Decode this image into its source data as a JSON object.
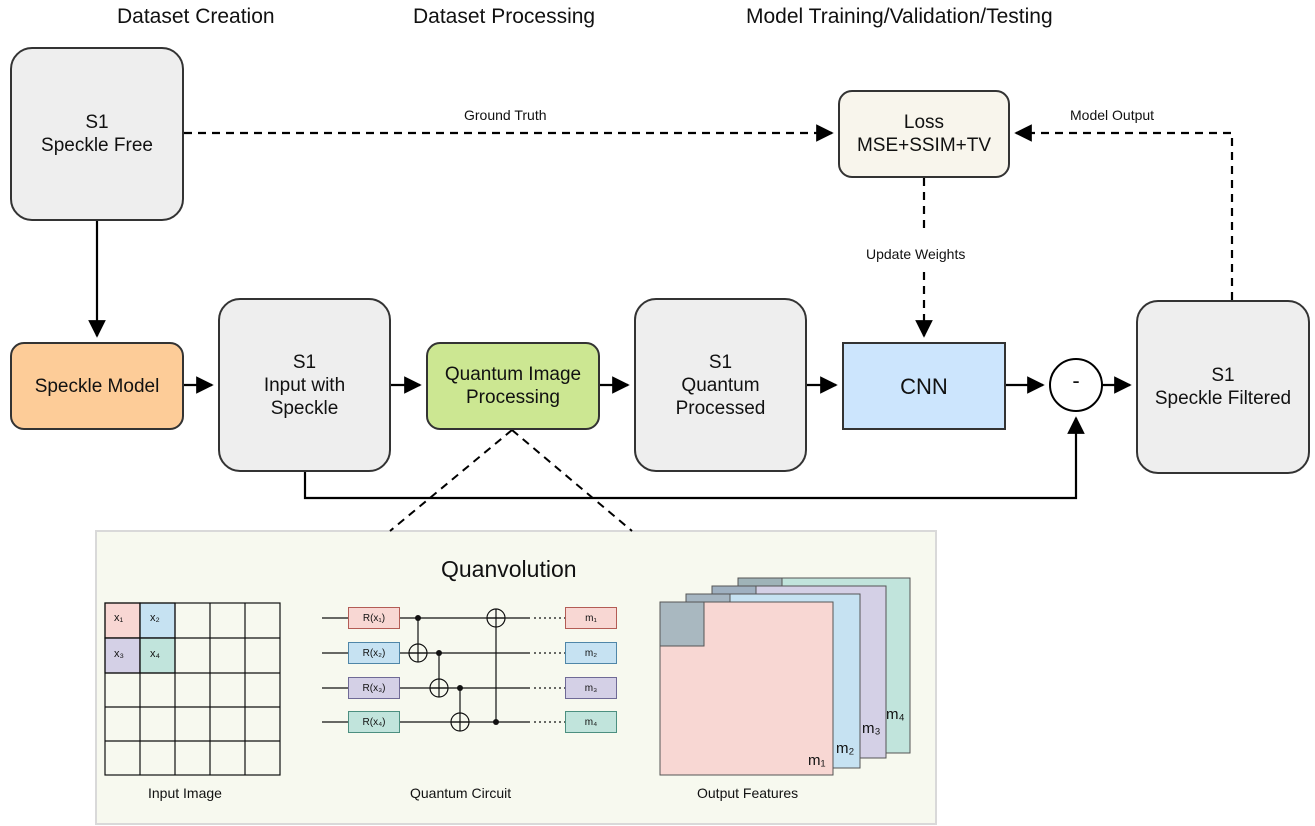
{
  "headers": {
    "creation": "Dataset Creation",
    "processing": "Dataset Processing",
    "training": "Model Training/Validation/Testing"
  },
  "nodes": {
    "speckle_free": {
      "line1": "S1",
      "line2": "Speckle Free"
    },
    "speckle_model": {
      "line1": "Speckle Model"
    },
    "input_speckle": {
      "line1": "S1",
      "line2": "Input with",
      "line3": "Speckle"
    },
    "qip": {
      "line1": "Quantum Image",
      "line2": "Processing"
    },
    "quantum_processed": {
      "line1": "S1",
      "line2": "Quantum",
      "line3": "Processed"
    },
    "cnn": {
      "line1": "CNN"
    },
    "loss": {
      "line1": "Loss",
      "line2": "MSE+SSIM+TV"
    },
    "minus": {
      "line1": "-"
    },
    "speckle_filtered": {
      "line1": "S1",
      "line2": "Speckle Filtered"
    }
  },
  "edge_labels": {
    "ground_truth": "Ground Truth",
    "model_output": "Model Output",
    "update_weights": "Update Weights"
  },
  "quanvolution": {
    "title": "Quanvolution",
    "input_image_label": "Input Image",
    "circuit_label": "Quantum Circuit",
    "output_label": "Output Features",
    "grid_cells": [
      "x₁",
      "x₂",
      "x₃",
      "x₄"
    ],
    "gates": [
      "R(x₁)",
      "R(x₂)",
      "R(x₃)",
      "R(x₄)"
    ],
    "measurements": [
      "m₁",
      "m₂",
      "m₃",
      "m₄"
    ],
    "feature_maps": [
      "m₁",
      "m₂",
      "m₃",
      "m₄"
    ]
  },
  "colors": {
    "gray_box": "#eeeeee",
    "speckle_model": "#fdcc98",
    "qip": "#cce792",
    "cnn": "#cce5fd",
    "loss": "#f8f5ec",
    "panel_bg": "#f7f9ef",
    "x1": "#f8d7d3",
    "x2": "#c6e2f2",
    "x3": "#d4d0e6",
    "x4": "#c1e4dc"
  }
}
